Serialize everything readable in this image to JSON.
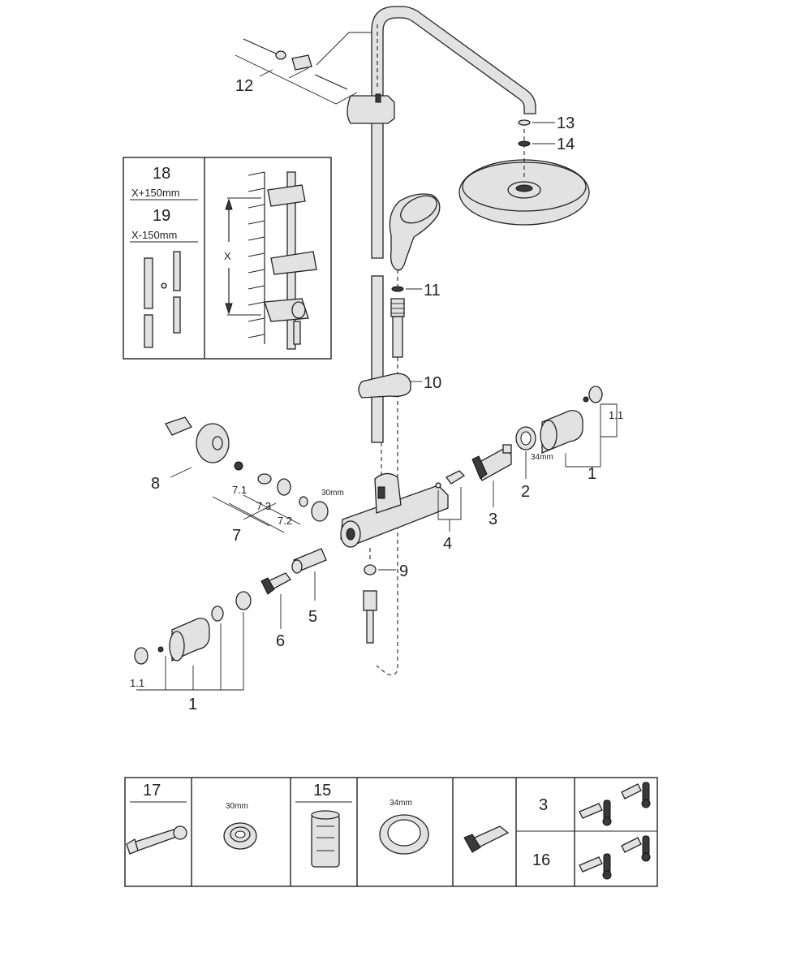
{
  "callouts": {
    "c1_right": "1",
    "c1_1_right": "1.1",
    "c1_left": "1",
    "c1_1_left": "1.1",
    "c2": "2",
    "c3": "3",
    "c4": "4",
    "c5": "5",
    "c6": "6",
    "c7": "7",
    "c7_1": "7.1",
    "c7_2": "7.2",
    "c7_3": "7.3",
    "c8": "8",
    "c9": "9",
    "c10": "10",
    "c11": "11",
    "c12": "12",
    "c13": "13",
    "c14": "14",
    "dim_30mm": "30mm",
    "dim_34mm": "34mm"
  },
  "inset": {
    "n18": "18",
    "n18_dim": "X+150mm",
    "n19": "19",
    "n19_dim": "X-150mm",
    "x_label": "X"
  },
  "accessories": {
    "n17": "17",
    "dim_30mm": "30mm",
    "n15": "15",
    "dim_34mm": "34mm",
    "n3": "3",
    "n16": "16"
  }
}
